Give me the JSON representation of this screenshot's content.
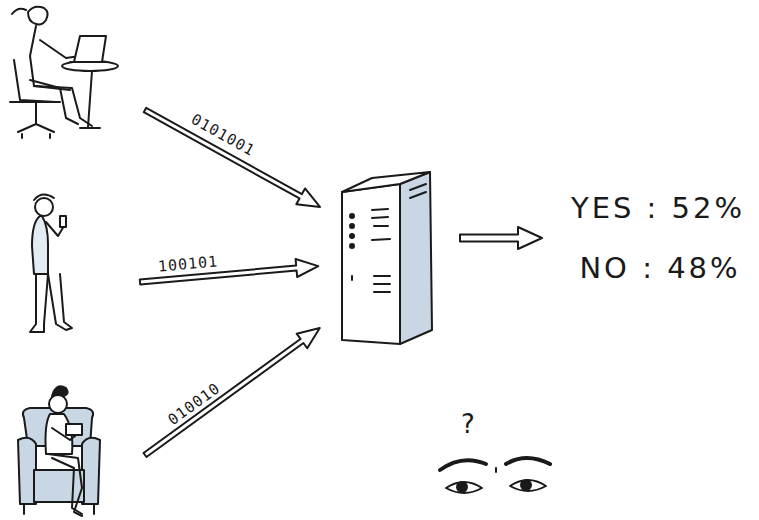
{
  "diagram": {
    "labels": [
      "0101001",
      "100101",
      "010010",
      "YES : 52%",
      "NO : 48%",
      "?"
    ]
  }
}
